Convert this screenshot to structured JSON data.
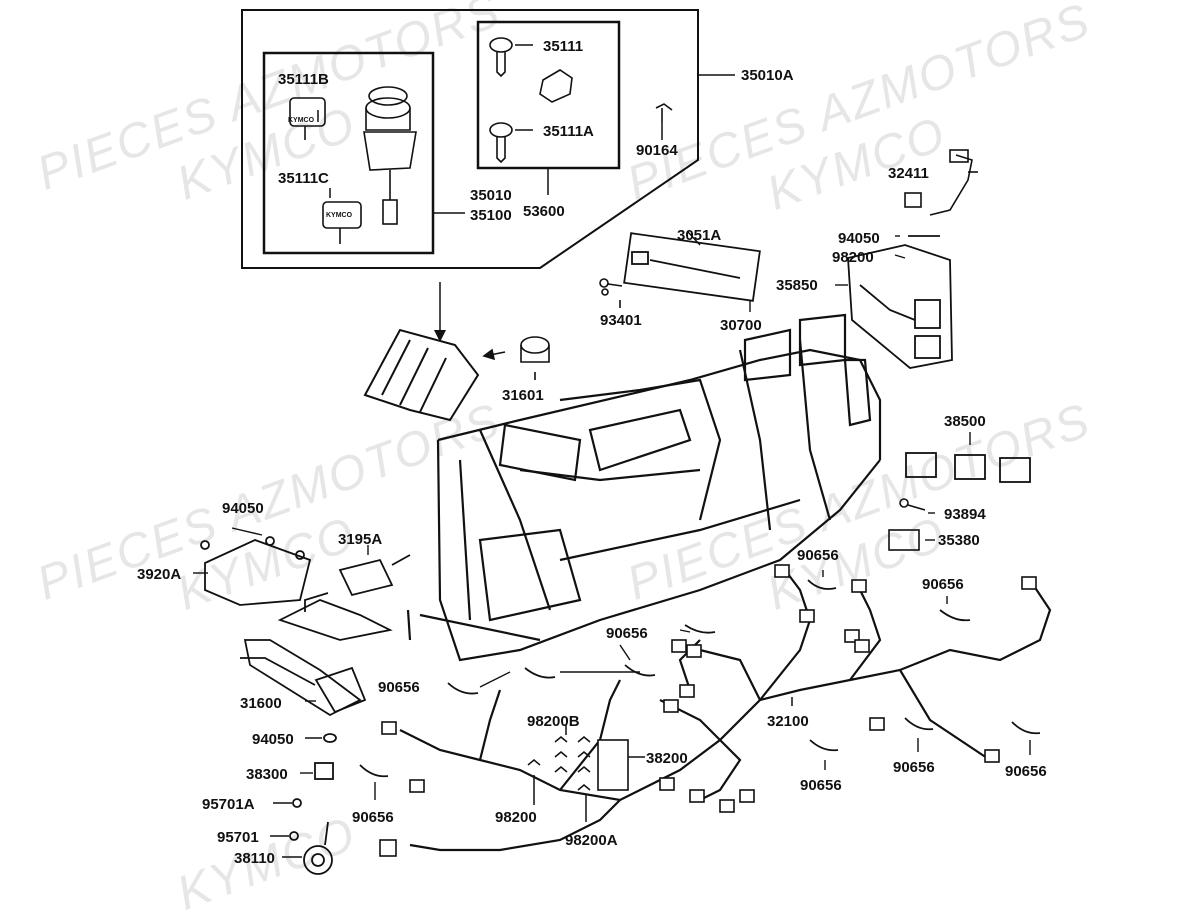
{
  "watermarks": [
    "PIECES AZMOTORS",
    "KYMCO"
  ],
  "colors": {
    "line": "#111111",
    "background": "#ffffff",
    "watermark": "#e6e6e6"
  },
  "labels": {
    "l35111": "35111",
    "l35111A": "35111A",
    "l35111B": "35111B",
    "l35111C": "35111C",
    "l35010A": "35010A",
    "l35010": "35010",
    "l35100": "35100",
    "l53600": "53600",
    "l90164": "90164",
    "l32411": "32411",
    "l3051A": "3051A",
    "l94050a": "94050",
    "l98200a": "98200",
    "l35850": "35850",
    "l93401": "93401",
    "l30700": "30700",
    "l31601": "31601",
    "l38500": "38500",
    "l93894": "93894",
    "l35380": "35380",
    "l94050b": "94050",
    "l3195A": "3195A",
    "l3920A": "3920A",
    "l90656a": "90656",
    "l90656b": "90656",
    "l90656c": "90656",
    "l31600": "31600",
    "l90656d": "90656",
    "l94050c": "94050",
    "l98200B": "98200B",
    "l38200": "38200",
    "l32100": "32100",
    "l38300": "38300",
    "l95701A": "95701A",
    "l90656e": "90656",
    "l98200b": "98200",
    "l98200A": "98200A",
    "l95701": "95701",
    "l38110": "38110",
    "l90656f": "90656",
    "l90656g": "90656",
    "l90656h": "90656"
  },
  "stamps": {
    "kymco1": "KYMCO",
    "kymco2": "KYMCO"
  }
}
